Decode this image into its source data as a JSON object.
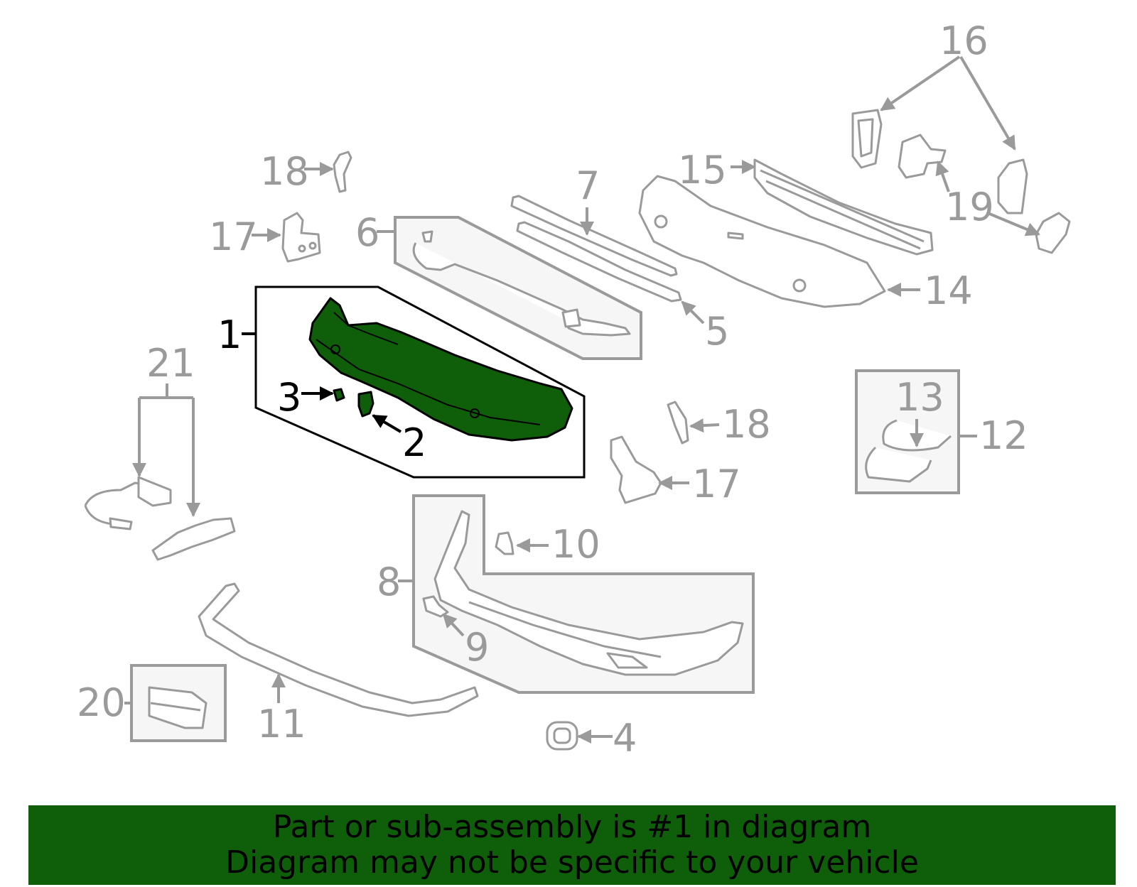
{
  "callouts": {
    "c1": "1",
    "c2": "2",
    "c3": "3",
    "c4": "4",
    "c5": "5",
    "c6": "6",
    "c7": "7",
    "c8": "8",
    "c9": "9",
    "c10": "10",
    "c11": "11",
    "c12": "12",
    "c13": "13",
    "c14": "14",
    "c15": "15",
    "c16": "16",
    "c17a": "17",
    "c17b": "17",
    "c18a": "18",
    "c18b": "18",
    "c19": "19",
    "c20": "20",
    "c21": "21"
  },
  "highlighted_part": "1",
  "colors": {
    "highlight": "#0e5e0a",
    "line": "#9a9a9a",
    "box_fill": "#f6f6f6"
  },
  "banner": {
    "line1": "Part or sub-assembly is #1 in diagram",
    "line2": "Diagram may not be specific to your vehicle"
  }
}
